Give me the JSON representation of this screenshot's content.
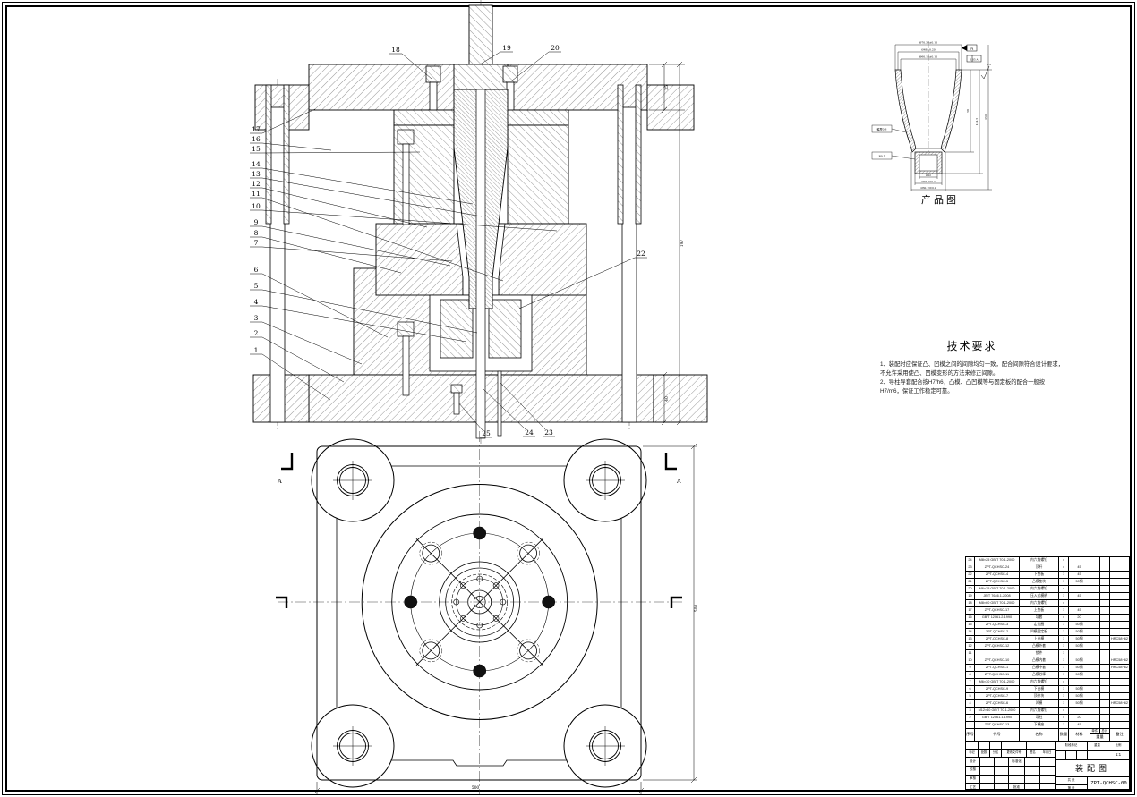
{
  "page": {
    "caption_product": "产品图"
  },
  "tech": {
    "title": "技术要求",
    "item1": "1、装配时应保证凸、凹模之间的间隙均匀一致，配合间隙符合设计要求，不允许采用使凸、凹模变形的方法来修正间隙。",
    "item2": "2、导柱导套配合按H7/h6，凸模、凸凹模等与固定板的配合一般按H7/m6，保证工作稳定可靠。"
  },
  "balloons": {
    "left": [
      "17",
      "16",
      "15",
      "14",
      "13",
      "12",
      "11",
      "10",
      "9",
      "8",
      "7",
      "6",
      "5",
      "4",
      "3",
      "2",
      "1"
    ],
    "top": [
      "18",
      "19",
      "20"
    ],
    "right": [
      "22"
    ],
    "bottom": [
      "25",
      "24",
      "23"
    ]
  },
  "marks": {
    "a_left": "A",
    "a_right": "A"
  },
  "dims": {
    "section_top": "35",
    "section_overall": "197",
    "section_bottom": "40",
    "plan_w": "500",
    "plan_h": "500"
  },
  "product": {
    "dim_top1": "Ø70.33±0.10",
    "dim_top2": "Ø68±0.20",
    "dim_top3": "Ø60.18±0.10",
    "dim_r1": "58",
    "dim_r2": "131.5",
    "dim_r3": "150",
    "dim_b1": "Ø22",
    "dim_b2": "Ø26.4±0.2",
    "dim_b3": "Ø30.13±0.2",
    "callout1": "壁厚0.8",
    "callout2": "R0.5",
    "datum": "A",
    "tol": "0.05 A",
    "roughness": "6.3"
  },
  "bom": {
    "headers": {
      "seq": "序号",
      "code": "代号",
      "name": "名称",
      "qty": "数量",
      "material": "材料",
      "unit": "单件",
      "total": "总计",
      "weight": "重量",
      "remark": "备注"
    },
    "rows": [
      {
        "seq": "24",
        "code": "M8×25 GB/T 70.1-2000",
        "name": "内六角螺钉",
        "qty": "4",
        "material": "",
        "remark": ""
      },
      {
        "seq": "23",
        "code": "ZPT-QCHSC-24",
        "name": "顶杆",
        "qty": "4",
        "material": "45",
        "remark": ""
      },
      {
        "seq": "22",
        "code": "ZPT-QCHSC-4",
        "name": "下垫板",
        "qty": "1",
        "material": "45",
        "remark": ""
      },
      {
        "seq": "21",
        "code": "ZPT-QCHSC-5",
        "name": "凸模垫块",
        "qty": "1",
        "material": "50钢",
        "remark": ""
      },
      {
        "seq": "20",
        "code": "M6×25 GB/T 70.1-2000",
        "name": "内六角螺钉",
        "qty": "4",
        "material": "",
        "remark": ""
      },
      {
        "seq": "19",
        "code": "JB/T 7646.1-2008",
        "name": "压入式模柄",
        "qty": "1",
        "material": "45",
        "remark": ""
      },
      {
        "seq": "18",
        "code": "M8×60 GB/T 70.1-2000",
        "name": "内六角螺钉",
        "qty": "4",
        "material": "",
        "remark": ""
      },
      {
        "seq": "17",
        "code": "ZPT-QCHSC-17",
        "name": "上垫板",
        "qty": "1",
        "material": "45",
        "remark": ""
      },
      {
        "seq": "16",
        "code": "GB/T 12061.2-1990",
        "name": "导套",
        "qty": "4",
        "material": "20",
        "remark": ""
      },
      {
        "seq": "15",
        "code": "ZPT-QCHSC-3",
        "name": "定位圈",
        "qty": "1",
        "material": "50钢",
        "remark": ""
      },
      {
        "seq": "14",
        "code": "ZPT-QCHSC-2",
        "name": "凹模固定板",
        "qty": "1",
        "material": "50钢",
        "remark": ""
      },
      {
        "seq": "13",
        "code": "ZPT-QCHSC-8",
        "name": "上凸模",
        "qty": "1",
        "material": "50钢",
        "remark": "HRC58~62"
      },
      {
        "seq": "12",
        "code": "ZPT-QCHSC-12",
        "name": "凸模外套",
        "qty": "1",
        "material": "50钢",
        "remark": ""
      },
      {
        "seq": "11",
        "code": "",
        "name": "锁件",
        "qty": "1",
        "material": "",
        "remark": ""
      },
      {
        "seq": "10",
        "code": "ZPT-QCHSC-10",
        "name": "凸模内套",
        "qty": "1",
        "material": "50钢",
        "remark": "HRC58~62"
      },
      {
        "seq": "9",
        "code": "ZPT-QCHSC-1",
        "name": "凸模中套",
        "qty": "1",
        "material": "50钢",
        "remark": "HRC58~62"
      },
      {
        "seq": "8",
        "code": "ZPT-QCHSC-11",
        "name": "凸模芯棒",
        "qty": "1",
        "material": "50钢",
        "remark": ""
      },
      {
        "seq": "7",
        "code": "M6×30 GB/T 70.1-2000",
        "name": "内六角螺钉",
        "qty": "4",
        "material": "",
        "remark": ""
      },
      {
        "seq": "6",
        "code": "ZPT-QCHSC-9",
        "name": "下凸模",
        "qty": "1",
        "material": "50钢",
        "remark": ""
      },
      {
        "seq": "5",
        "code": "ZPT-QCHSC-7",
        "name": "顶件块",
        "qty": "1",
        "material": "50钢",
        "remark": ""
      },
      {
        "seq": "4",
        "code": "ZPT-QCHSC-6",
        "name": "凹模",
        "qty": "1",
        "material": "50钢",
        "remark": "HRC58~62"
      },
      {
        "seq": "3",
        "code": "M12×40 GB/T 70.1-2000",
        "name": "内六角螺钉",
        "qty": "4",
        "material": "",
        "remark": ""
      },
      {
        "seq": "2",
        "code": "GB/T 12061.1-1990",
        "name": "导柱",
        "qty": "4",
        "material": "20",
        "remark": ""
      },
      {
        "seq": "1",
        "code": "ZPT-QCHSC-13",
        "name": "下模座",
        "qty": "1",
        "material": "45",
        "remark": ""
      }
    ]
  },
  "title_block": {
    "revision_cols": [
      "标记",
      "处数",
      "分区",
      "更改文件号",
      "签名",
      "年月日"
    ],
    "roles": {
      "r1l": "设计",
      "r1r": "标准化",
      "r2l": "校核",
      "r3l": "审核",
      "r4l": "工艺",
      "r4r": "批准"
    },
    "stage": "阶段标记",
    "weight": "重量",
    "scale": "比例",
    "scale_value": "1:1",
    "sheets1": "共 张",
    "sheets2": "第 张",
    "title": "装配图",
    "dwg_no": "ZPT-QCHSC-00"
  }
}
